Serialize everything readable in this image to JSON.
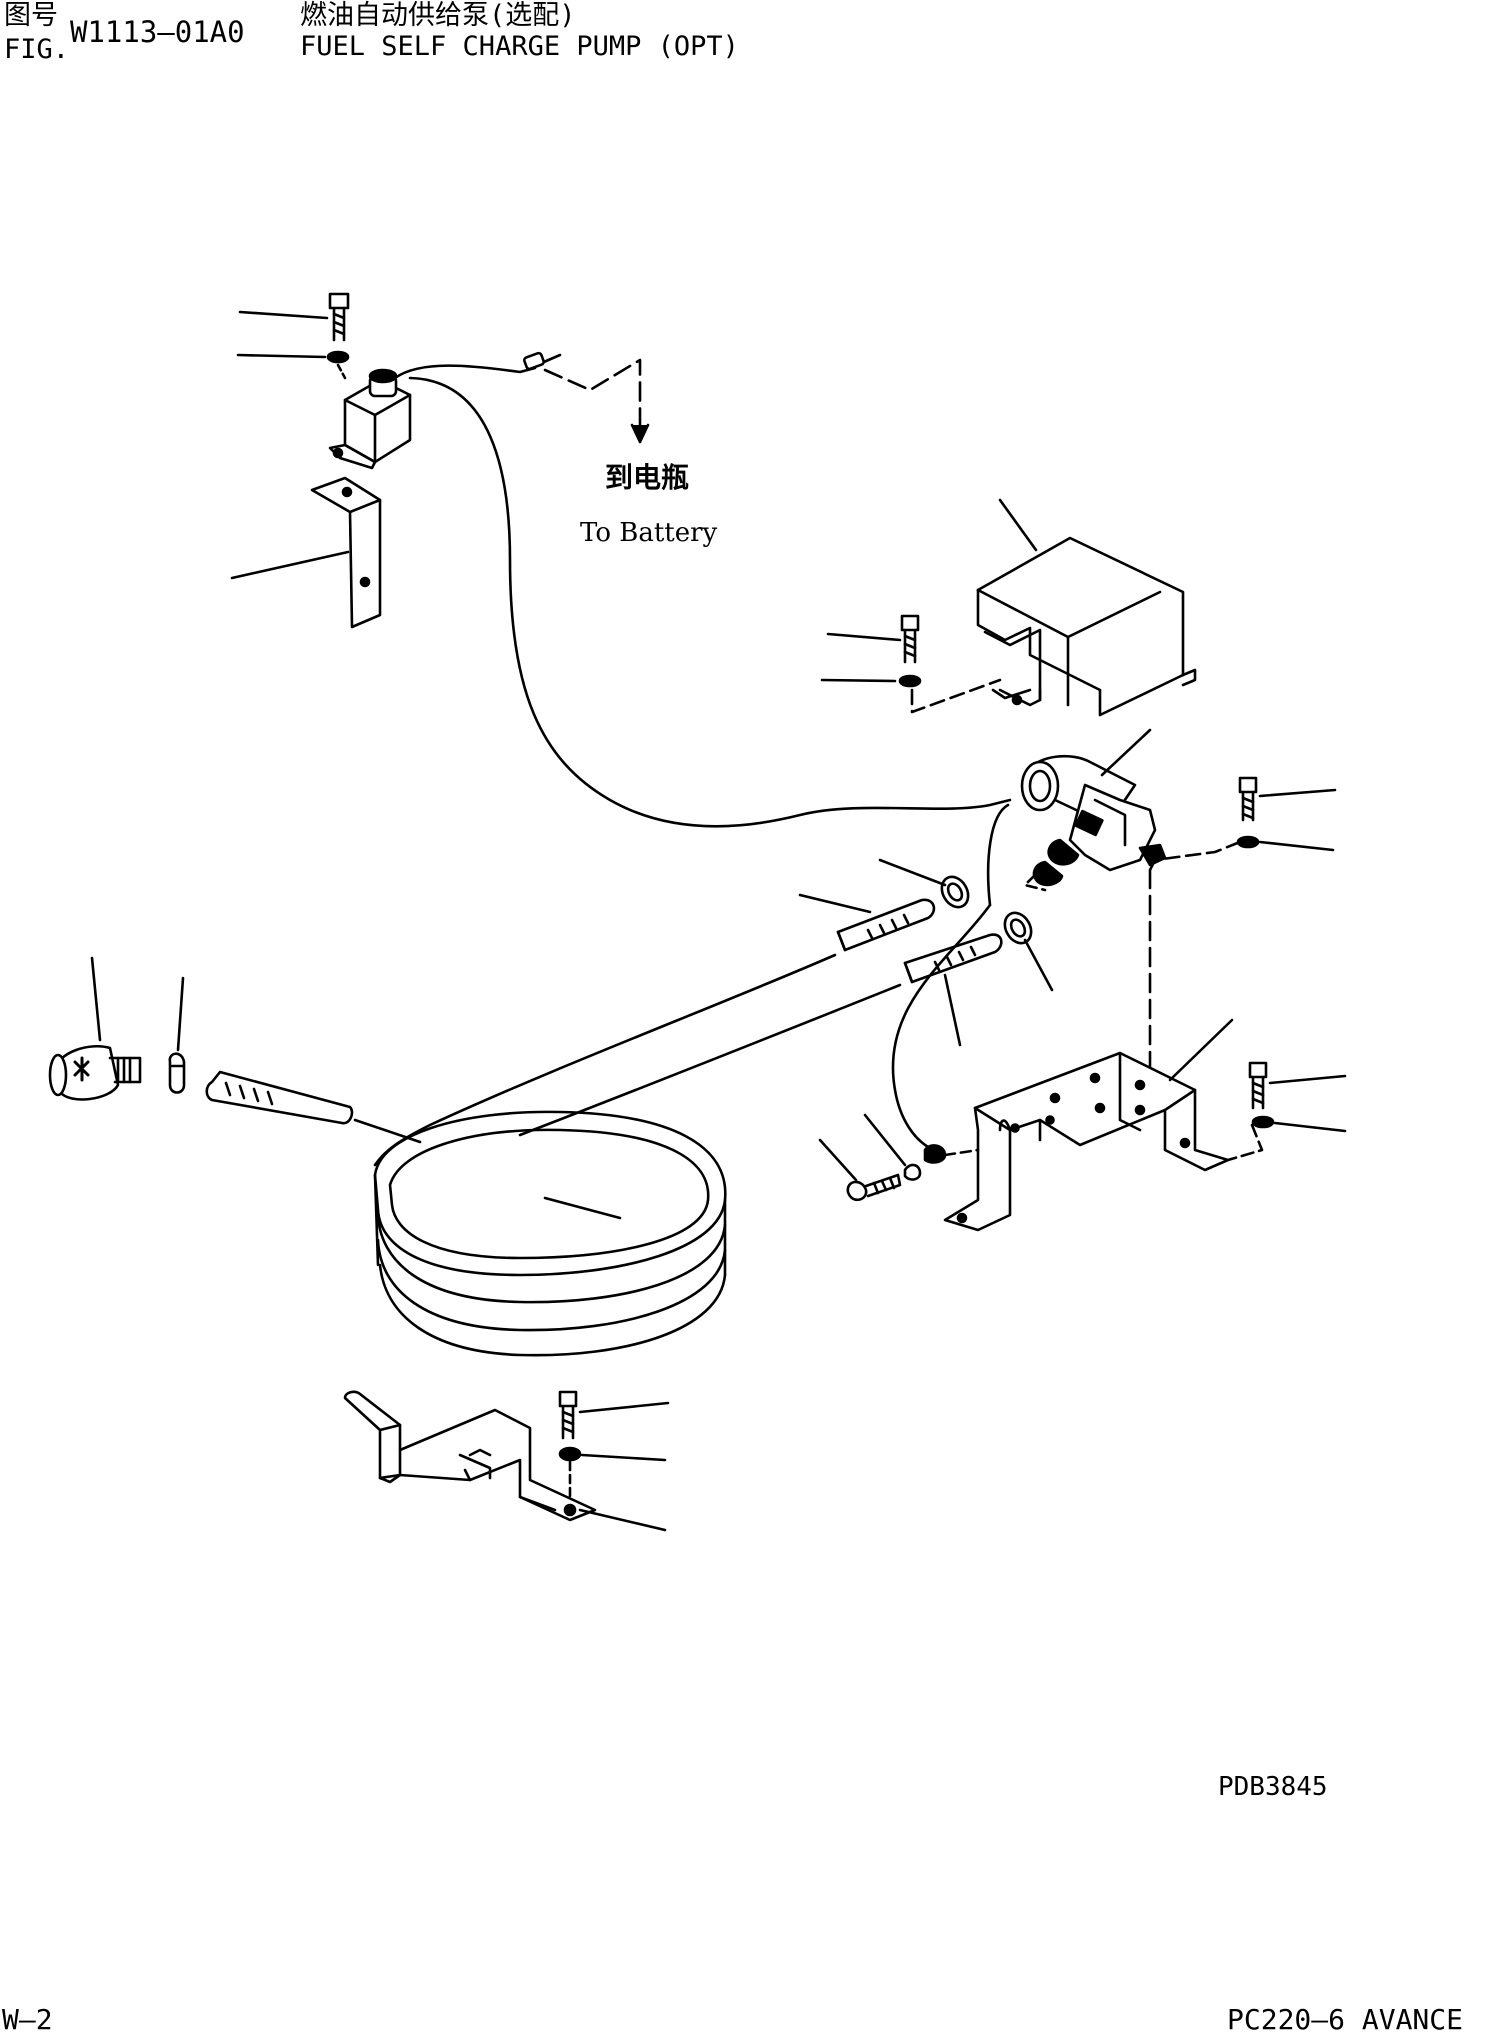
{
  "header": {
    "fig_label_cn": "图号",
    "fig_label_en": "FIG.",
    "fig_number": "W1113—01A0",
    "title_cn": "燃油自动供给泵(选配)",
    "title_en": "FUEL SELF CHARGE PUMP (OPT)"
  },
  "diagram": {
    "battery_label_cn": "到电瓶",
    "battery_label_en": "To Battery",
    "drawing_code": "PDB3845"
  },
  "footer": {
    "page_code": "W—2",
    "model": "PC220—6 AVANCE"
  },
  "style": {
    "ink": "#000000",
    "paper": "#ffffff"
  }
}
